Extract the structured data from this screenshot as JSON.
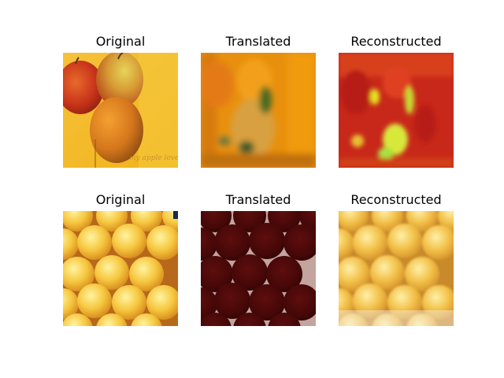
{
  "rows": [
    {
      "panels": [
        {
          "title": "Original",
          "image": "apples-and-pear-photo"
        },
        {
          "title": "Translated",
          "image": "translated-orange-tone-blurred-fruit"
        },
        {
          "title": "Reconstructed",
          "image": "reconstructed-red-yellow-blurred-fruit"
        }
      ],
      "watermark_text": "my apple loves"
    },
    {
      "panels": [
        {
          "title": "Original",
          "image": "stacked-oranges-photo"
        },
        {
          "title": "Translated",
          "image": "translated-dark-red-spheres"
        },
        {
          "title": "Reconstructed",
          "image": "reconstructed-stacked-oranges"
        }
      ]
    }
  ]
}
